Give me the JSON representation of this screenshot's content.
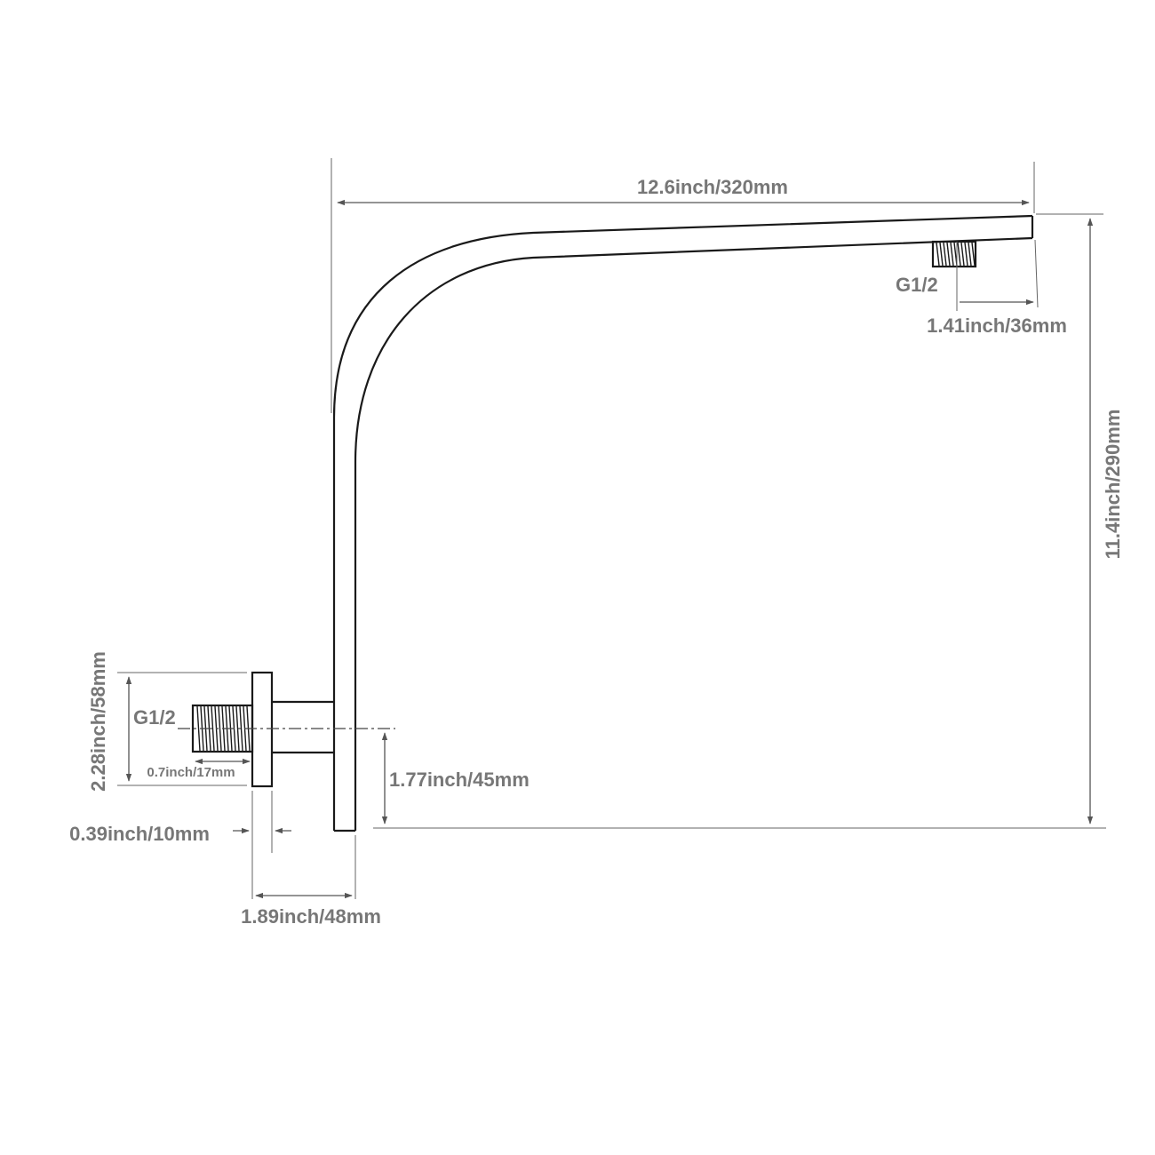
{
  "labels": {
    "overall_length": "12.6inch/320mm",
    "outlet_thread": "G1/2",
    "outlet_offset": "1.41inch/36mm",
    "overall_height": "11.4inch/290mm",
    "flange_diameter": "2.28inch/58mm",
    "inlet_thread": "G1/2",
    "inlet_thread_length": "0.7inch/17mm",
    "flange_thickness": "0.39inch/10mm",
    "base_depth": "1.89inch/48mm",
    "centerline_height": "1.77inch/45mm"
  },
  "colors": {
    "part_line": "#1a1a1a",
    "dimension_line": "#555555",
    "label_text": "#777777",
    "background": "#ffffff"
  }
}
